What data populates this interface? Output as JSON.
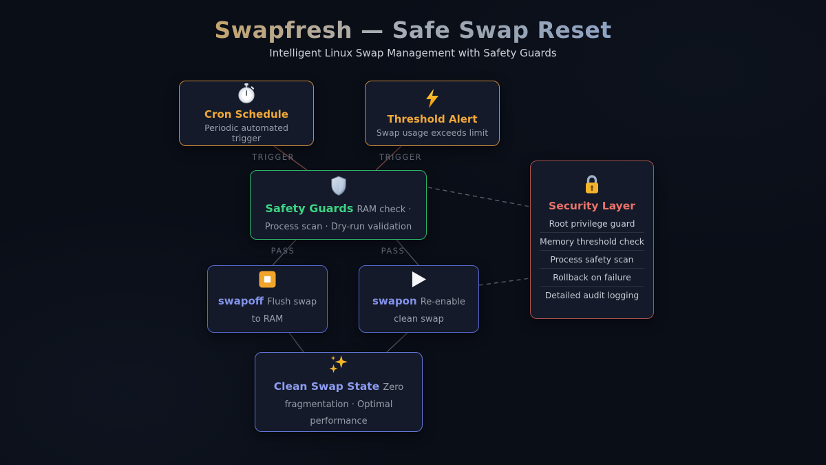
{
  "header": {
    "title": "Swapfresh — Safe Swap Reset",
    "subtitle": "Intelligent Linux Swap Management with Safety Guards"
  },
  "edges": {
    "trigger_left": "TRIGGER",
    "trigger_right": "TRIGGER",
    "pass_left": "PASS",
    "pass_right": "PASS"
  },
  "nodes": {
    "cron": {
      "title": "Cron Schedule",
      "desc": "Periodic automated trigger",
      "icon": "stopwatch-icon"
    },
    "threshold": {
      "title": "Threshold Alert",
      "desc": "Swap usage exceeds limit",
      "icon": "lightning-icon"
    },
    "guards": {
      "title": "Safety Guards",
      "desc": "RAM check · Process scan · Dry-run validation",
      "icon": "shield-icon"
    },
    "security": {
      "title": "Security Layer",
      "icon": "lock-icon",
      "items": [
        "Root privilege guard",
        "Memory threshold check",
        "Process safety scan",
        "Rollback on failure",
        "Detailed audit logging"
      ]
    },
    "swapoff": {
      "title": "swapoff",
      "desc": "Flush swap to RAM",
      "icon": "stop-icon"
    },
    "swapon": {
      "title": "swapon",
      "desc": "Re-enable clean swap",
      "icon": "play-icon"
    },
    "clean": {
      "title": "Clean Swap State",
      "desc": "Zero fragmentation · Optimal performance",
      "icon": "sparkles-icon"
    }
  },
  "colors": {
    "background": "#0a0e17",
    "node_fill": "#141a29",
    "trigger_border": "#c9893d",
    "trigger_title": "#f0a83a",
    "guards_border": "#2eb36b",
    "guards_title": "#3dd483",
    "security_border": "#aa544e",
    "security_title": "#e8736a",
    "action_border": "#5668cf",
    "action_title": "#8191e8",
    "desc_text": "#969daa",
    "edge_label_text": "#646b78",
    "trigger_line": "#76463f",
    "pass_line": "#4d525c",
    "dashed_line": "#596070",
    "title_gradient_start": "#d0973c",
    "title_gradient_end": "#6f92c8"
  }
}
